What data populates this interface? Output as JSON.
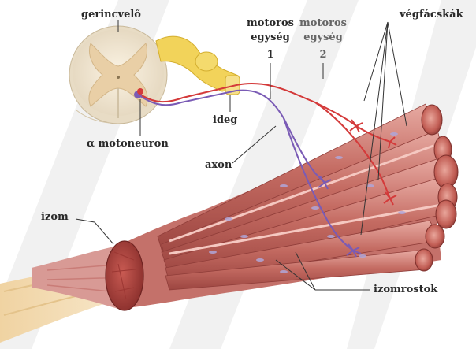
{
  "labels": {
    "gerincvelo": "gerincvelő",
    "motoros1_line1": "motoros",
    "motoros1_line2": "egység",
    "motoros1_num": "1",
    "motoros2_line1": "motoros",
    "motoros2_line2": "egység",
    "motoros2_num": "2",
    "vegfacskak": "végfácskák",
    "ideg": "ideg",
    "motoneuron": "α motoneuron",
    "axon": "axon",
    "izom": "izom",
    "izomrostok": "izomrostok"
  },
  "colors": {
    "muscle_dark": "#a84a44",
    "muscle_mid": "#c77068",
    "muscle_light": "#e6aaa1",
    "nerve_yellow": "#f2d35a",
    "axon_red": "#d43a3a",
    "axon_purple": "#7a5bb5",
    "cord_gray": "#d8cfbf",
    "cord_white": "#f6eddb",
    "watermark": "#f0f0f0"
  }
}
